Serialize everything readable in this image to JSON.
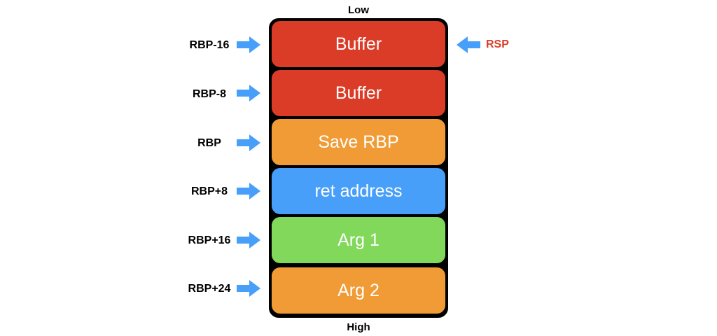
{
  "edges": {
    "low": "Low",
    "high": "High"
  },
  "slots": [
    {
      "label": "Buffer",
      "offset": "RBP-16",
      "color": "#db3c27"
    },
    {
      "label": "Buffer",
      "offset": "RBP-8",
      "color": "#db3c27"
    },
    {
      "label": "Save RBP",
      "offset": "RBP",
      "color": "#f09b36"
    },
    {
      "label": "ret address",
      "offset": "RBP+8",
      "color": "#479ffa"
    },
    {
      "label": "Arg 1",
      "offset": "RBP+16",
      "color": "#82d85a"
    },
    {
      "label": "Arg 2",
      "offset": "RBP+24",
      "color": "#f09b36"
    }
  ],
  "pointer": {
    "label": "RSP",
    "color": "#db3c27"
  },
  "arrow_color": "#479ffa"
}
